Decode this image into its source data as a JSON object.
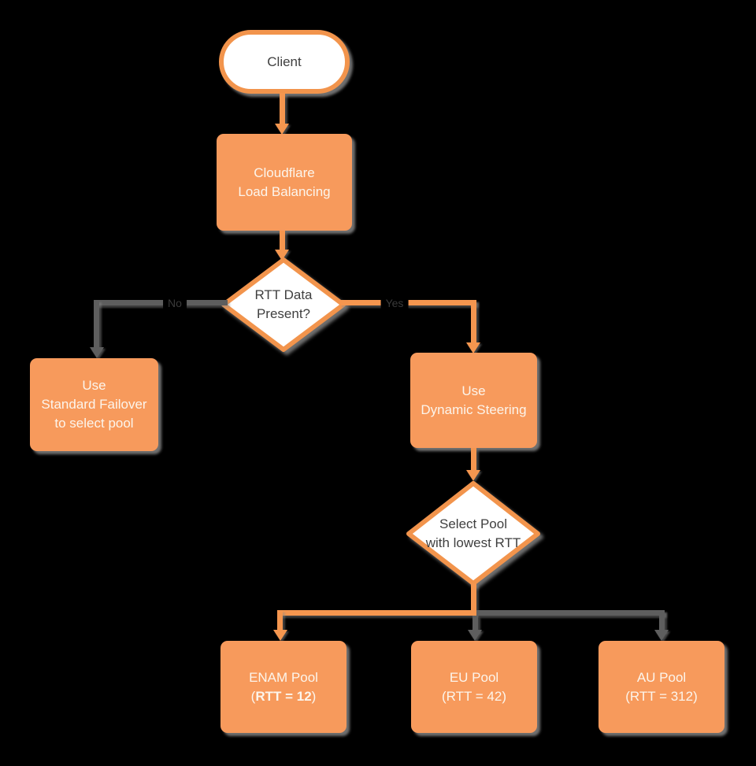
{
  "diagram_title": "Cloudflare Load Balancing dynamic steering flowchart",
  "colors": {
    "background": "#000000",
    "node_fill_orange": "#F79A5C",
    "node_border_orange": "#F2944C",
    "connector_orange": "#F5964F",
    "connector_gray": "#5E5E5E",
    "shadow_gray": "#969696",
    "text_on_orange": "#FCF5EC",
    "text_dark": "#3F3F3F"
  },
  "nodes": {
    "client": {
      "label": "Client"
    },
    "cloudflare": {
      "lines": [
        "Cloudflare",
        "Load Balancing"
      ]
    },
    "rtt_decision": {
      "lines": [
        "RTT Data",
        "Present?"
      ]
    },
    "failover": {
      "lines": [
        "Use",
        "Standard Failover",
        "to select pool"
      ]
    },
    "dynamic": {
      "lines": [
        "Use",
        "Dynamic Steering"
      ]
    },
    "select_pool": {
      "lines": [
        "Select Pool",
        "with lowest RTT"
      ]
    },
    "enam_pool": {
      "name": "ENAM Pool",
      "rtt_prefix": "(",
      "rtt_bold": "RTT = 12",
      "rtt_suffix": ")"
    },
    "eu_pool": {
      "name": "EU Pool",
      "rtt": "(RTT = 42)"
    },
    "au_pool": {
      "name": "AU Pool",
      "rtt": "(RTT = 312)"
    }
  },
  "edges": {
    "no_label": "No",
    "yes_label": "Yes"
  }
}
